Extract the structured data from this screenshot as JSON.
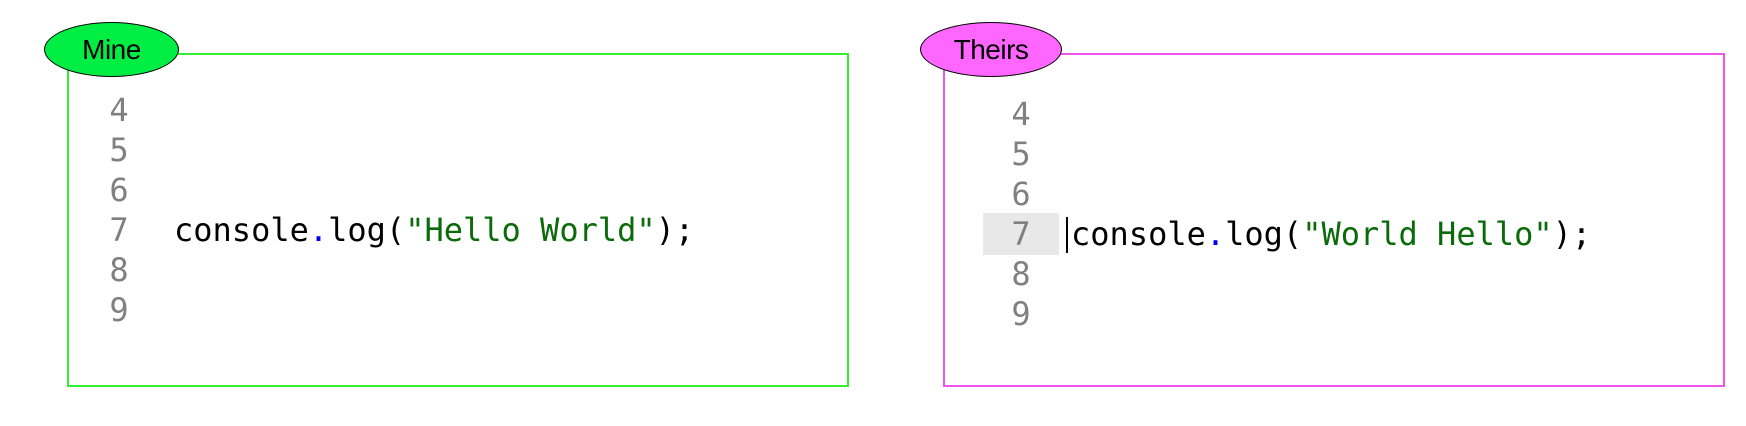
{
  "mine": {
    "label": "Mine",
    "border_color": "#33ee33",
    "tag_color": "#00ee44",
    "lines": [
      {
        "num": "4",
        "text": ""
      },
      {
        "num": "5",
        "text": ""
      },
      {
        "num": "6",
        "text": ""
      },
      {
        "num": "7",
        "text": "console.log(\"Hello World\");"
      },
      {
        "num": "8",
        "text": ""
      },
      {
        "num": "9",
        "text": ""
      }
    ],
    "code": {
      "obj": "console",
      "dot": ".",
      "fn": "log(",
      "str": "\"Hello World\"",
      "end": ");"
    }
  },
  "theirs": {
    "label": "Theirs",
    "border_color": "#ee55ee",
    "tag_color": "#ff66ff",
    "active_line": "7",
    "lines": [
      {
        "num": "4",
        "text": ""
      },
      {
        "num": "5",
        "text": ""
      },
      {
        "num": "6",
        "text": ""
      },
      {
        "num": "7",
        "text": "console.log(\"World Hello\");"
      },
      {
        "num": "8",
        "text": ""
      },
      {
        "num": "9",
        "text": ""
      }
    ],
    "code": {
      "obj": "console",
      "dot": ".",
      "fn": "log(",
      "str": "\"World Hello\"",
      "end": ");"
    }
  }
}
